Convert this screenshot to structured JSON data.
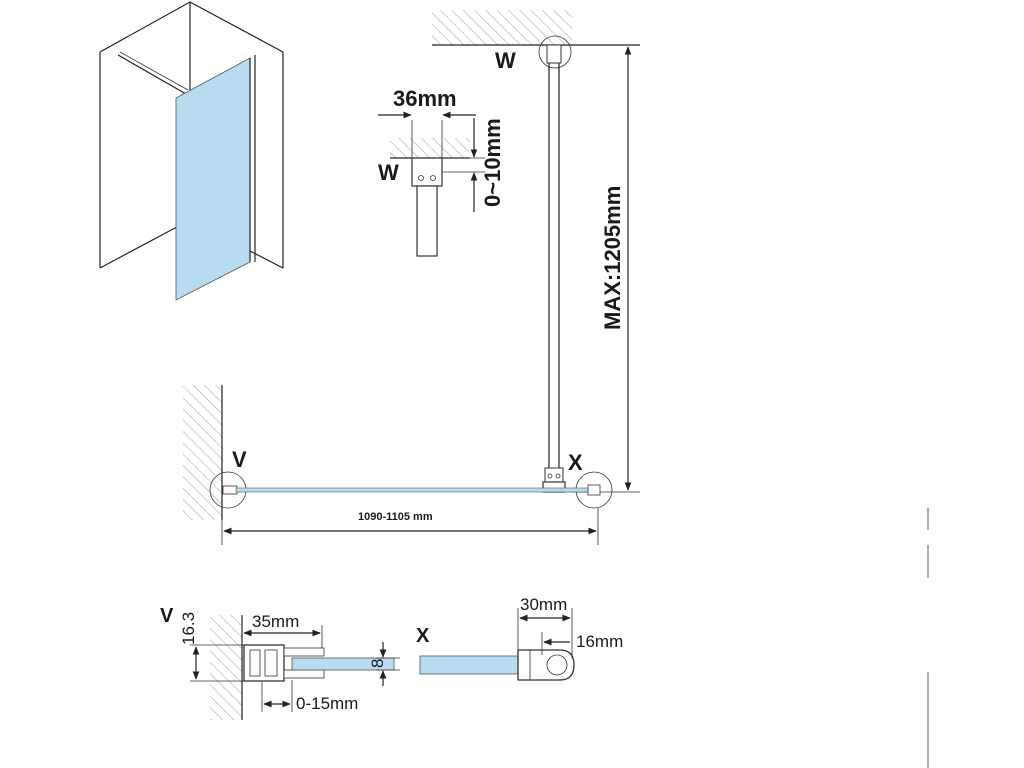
{
  "labels": {
    "w_top": "W",
    "w_detail": "W",
    "v_plan": "V",
    "x_plan": "X",
    "v_detail": "V",
    "x_detail": "X"
  },
  "dimensions": {
    "bracket_width": "36mm",
    "bracket_offset": "0~10mm",
    "max_height": "MAX:1205mm",
    "panel_width": "1090-1105 mm",
    "v_height": "16.3",
    "v_width": "35mm",
    "v_glass": "8",
    "v_adjust": "0-15mm",
    "x_width": "30mm",
    "x_inner": "16mm"
  },
  "colors": {
    "glass": "#b7dcef",
    "line": "#222222",
    "hatch": "#888888"
  }
}
